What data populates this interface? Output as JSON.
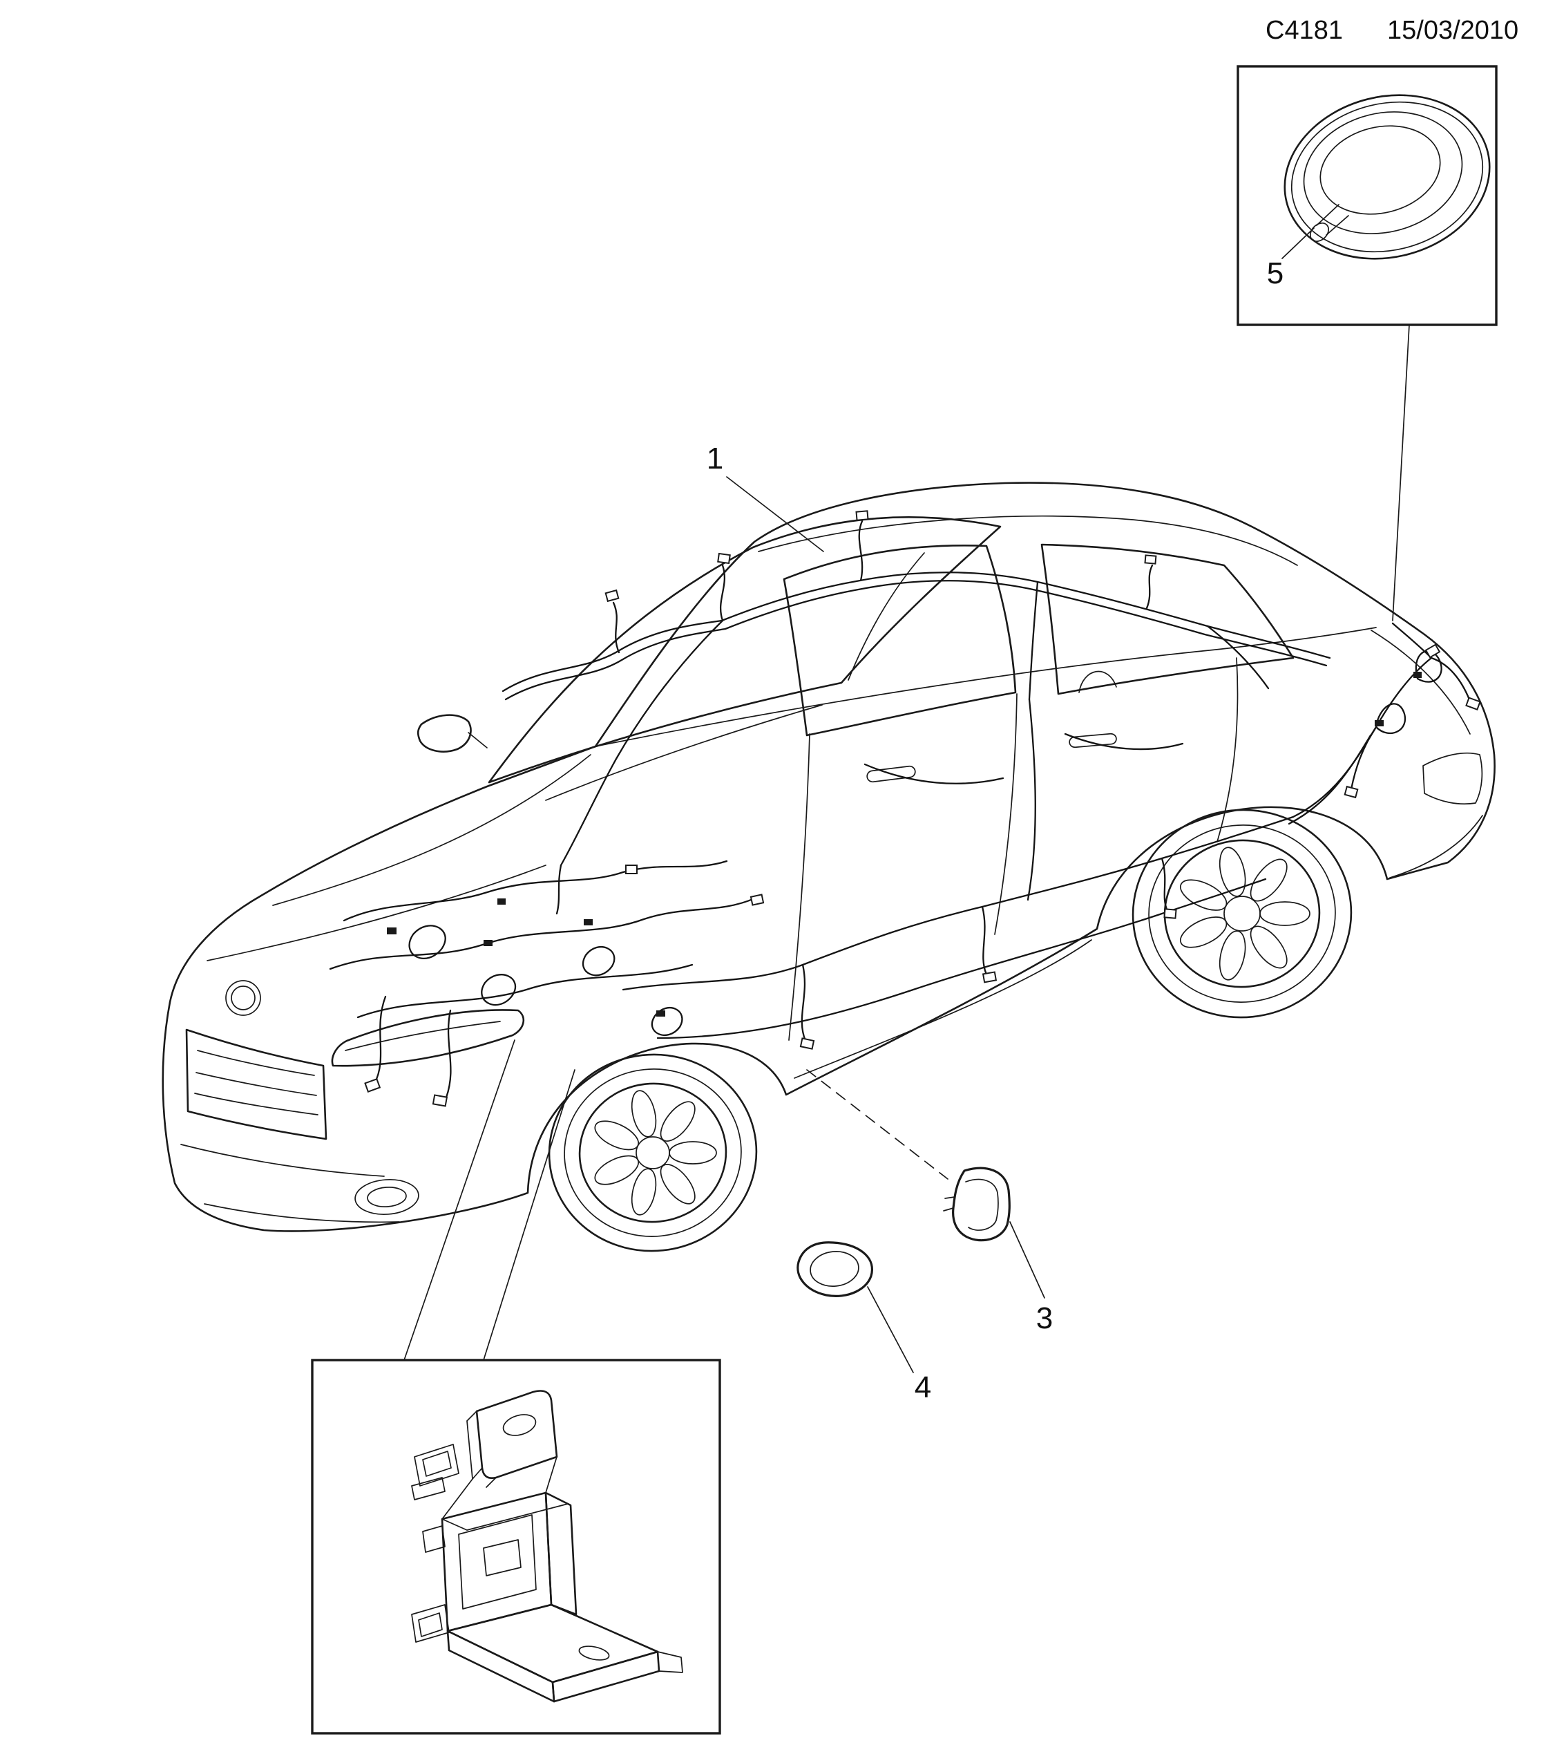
{
  "page": {
    "background": "#ffffff",
    "line_color": "#1a1a1a"
  },
  "header": {
    "figure_code": "C4181",
    "date": "15/03/2010"
  },
  "callouts": {
    "main_harness": "1",
    "door_grommet": "3",
    "floor_grommet": "4",
    "rear_grommet": "5"
  }
}
